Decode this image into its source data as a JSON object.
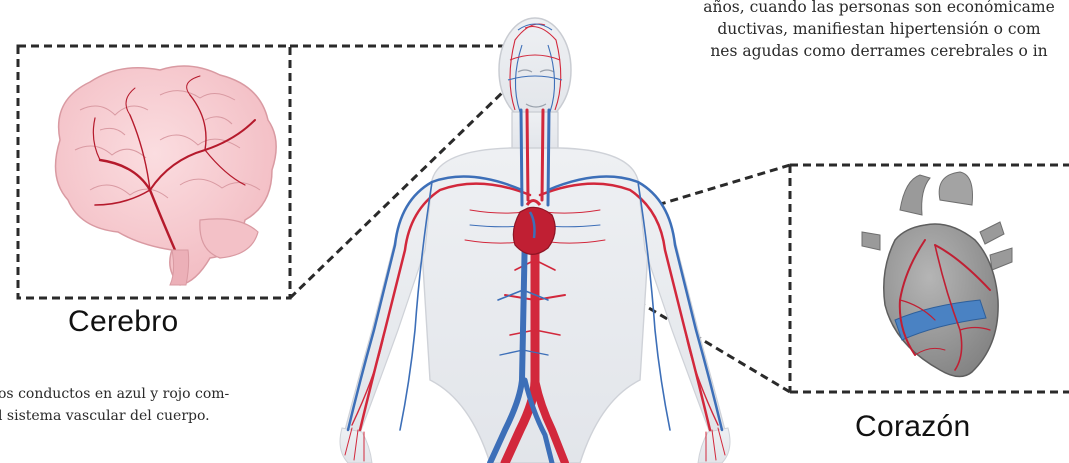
{
  "top_paragraph": {
    "lines": [
      "años, cuando las personas son económicame",
      "ductivas, manifiestan hipertensión o com",
      "nes agudas como derrames cerebrales o in"
    ]
  },
  "caption": {
    "lines": [
      "os conductos en azul y rojo com-",
      "l sistema vascular del cuerpo."
    ]
  },
  "labels": {
    "brain": "Cerebro",
    "heart": "Corazón"
  },
  "colors": {
    "artery": "#d2283c",
    "vein": "#3d6fb8",
    "brain_fill": "#f5c8cc",
    "heart_gray": "#8c8c8c",
    "body_outline": "#c9ccd2",
    "dashed_border": "#2a2a2a"
  }
}
